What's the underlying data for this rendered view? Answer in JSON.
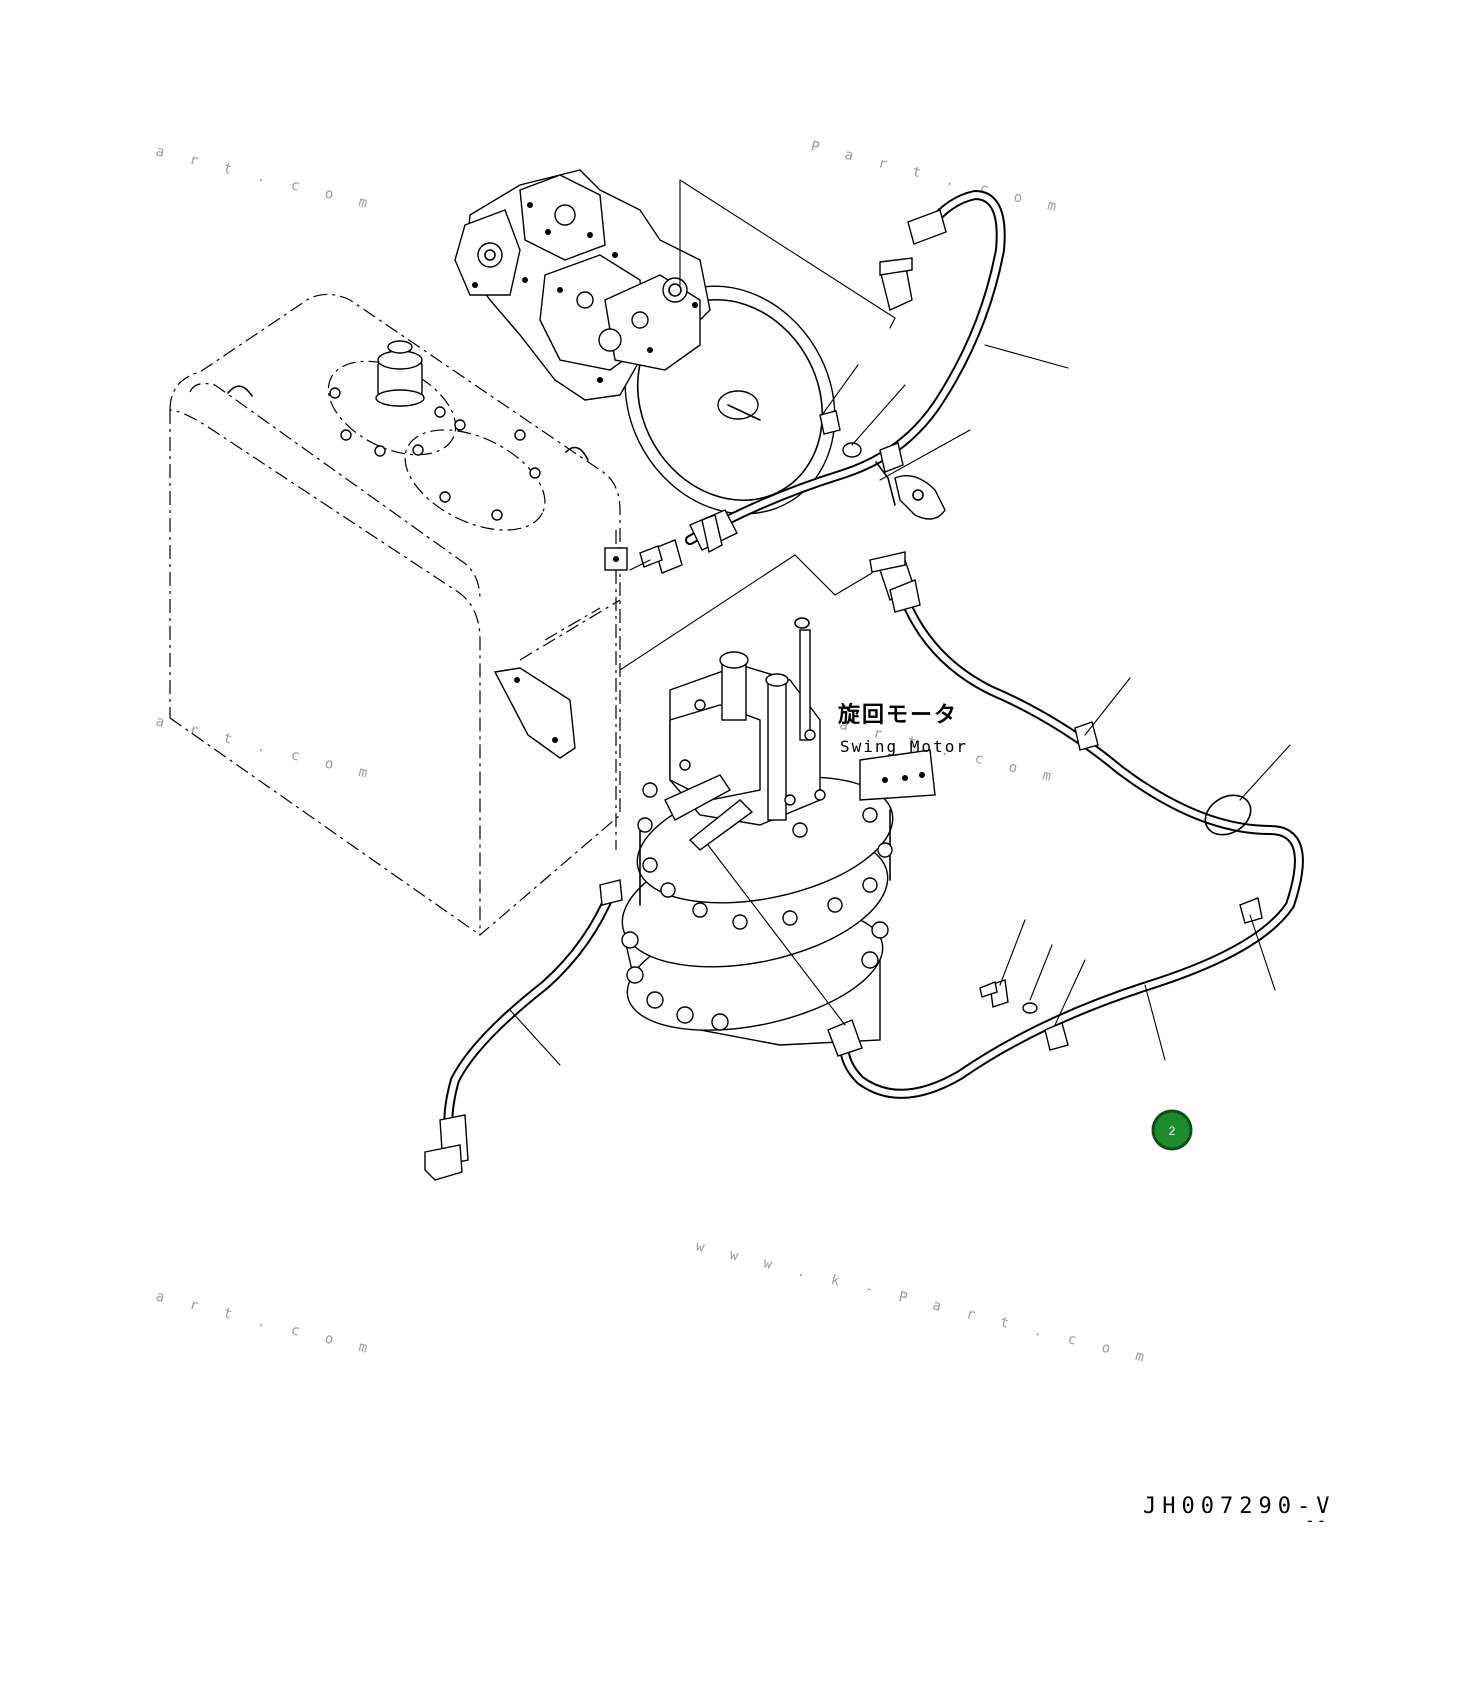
{
  "labels": {
    "swing_motor_jp": "旋回モータ",
    "swing_motor_en": "Swing Motor"
  },
  "drawing_code": "JH007290-V",
  "drawing_code_suffix": "--",
  "callout": {
    "number": "2",
    "color": "#1e8a2e"
  },
  "watermarks": [
    "a r t . c o m",
    "P a r t . c o m",
    "a r t . c o m",
    "P a r t . c o m",
    "w w w . k - P a r t . c o m",
    "a r t . c o m"
  ],
  "colors": {
    "line": "#000000",
    "watermark": "#9a9a9a",
    "background": "#ffffff"
  }
}
